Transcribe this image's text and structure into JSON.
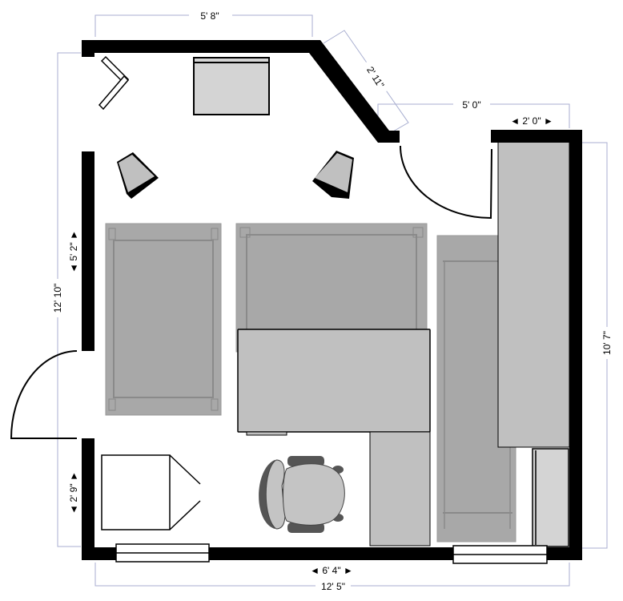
{
  "diagram": {
    "type": "floor-plan",
    "colors": {
      "wall": "#000000",
      "dimension_line": "#a8aed0",
      "furniture_light": "#d4d4d4",
      "furniture_mid": "#c0c0c0",
      "rug": "#a8a8a8",
      "chair": "#c4c4c4",
      "chair_dark": "#555555"
    },
    "dimensions": {
      "top_wall": "5' 8\"",
      "angled_wall": "2' 11\"",
      "door_opening_right": "5' 0\"",
      "cabinet_width": "◄ 2' 0\" ►",
      "left_total": "12' 10\"",
      "left_upper": "◄ 5' 2\" ►",
      "left_lower": "◄ 2' 9\" ►",
      "right_total": "10' 7\"",
      "bottom_inner": "◄ 6' 4\" ►",
      "bottom_total": "12' 5\""
    },
    "elements": [
      "wall-outline",
      "bifold-door",
      "top-cabinet",
      "speaker-left",
      "speaker-right",
      "rug-left",
      "rug-center",
      "rug-right",
      "desk",
      "desk-return",
      "office-chair",
      "armchair",
      "tall-cabinet",
      "small-cabinet",
      "window-left",
      "window-right",
      "door-left",
      "door-top-right"
    ]
  }
}
